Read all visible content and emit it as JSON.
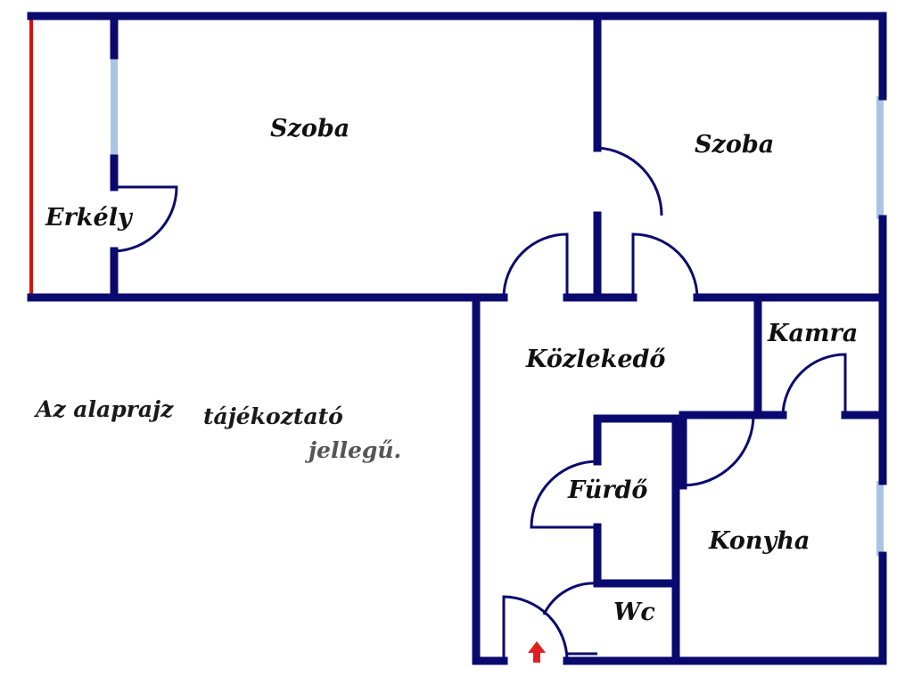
{
  "colors": {
    "wall": "#0a0a6e",
    "window": "#aac4e4",
    "balcony_edge": "#d81010",
    "entrance_arrow": "#e02020",
    "background": "#ffffff"
  },
  "rooms": {
    "szoba_1": "Szoba",
    "szoba_2": "Szoba",
    "erkely": "Erkély",
    "kozlekedo": "Közlekedő",
    "kamra": "Kamra",
    "furdo": "Fürdő",
    "konyha": "Konyha",
    "wc": "Wc"
  },
  "note": {
    "line1": "Az alaprajz",
    "line2": "tájékoztató",
    "line3": "jellegű."
  },
  "icons": {
    "entrance": "up-arrow-icon"
  }
}
